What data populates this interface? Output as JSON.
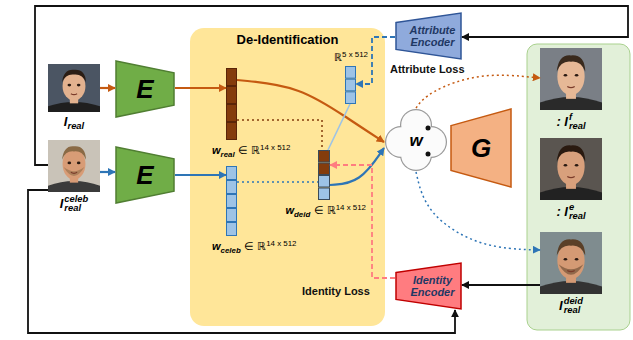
{
  "diagram": {
    "nodes": [
      {
        "text": [
          "I",
          "real"
        ]
      },
      {
        "text": [
          "E"
        ]
      },
      {
        "text": [
          "I",
          "celeb",
          "real"
        ]
      },
      {
        "text": [
          "E"
        ]
      },
      {
        "text": [
          "De-Identification"
        ]
      },
      {
        "text": [
          "w",
          "real",
          "∈ ℝ",
          "14 x 512"
        ],
        "in": 4
      },
      {
        "text": [
          "ℝ",
          "5 x 512"
        ],
        "in": 4
      },
      {
        "text": [
          "w",
          "deid",
          "∈ ℝ",
          "14 x 512"
        ],
        "in": 4
      },
      {
        "text": [
          "w",
          "celeb",
          "∈ ℝ",
          "14 x 512"
        ],
        "in": 4
      },
      {
        "text": [
          "w"
        ]
      },
      {
        "text": [
          "G"
        ]
      },
      {
        "text": [
          "Attribute Encoder"
        ]
      },
      {
        "text": [
          "Identity Encoder"
        ]
      },
      {
        "text": [
          ": I",
          "f",
          "real"
        ]
      },
      {
        "text": [
          ": I",
          "e",
          "real"
        ]
      },
      {
        "text": [
          "I",
          "deid",
          "real"
        ]
      }
    ],
    "edges": [
      {
        "from": 0,
        "to": 1,
        "arrow": "to"
      },
      {
        "from": 2,
        "to": 3,
        "arrow": "to"
      },
      {
        "from": 1,
        "to": 5,
        "arrow": "to"
      },
      {
        "from": 3,
        "to": 8,
        "arrow": "to"
      },
      {
        "from": 5,
        "to": 9,
        "arrow": "to"
      },
      {
        "from": 5,
        "to": 7,
        "arrow": "none"
      },
      {
        "from": 8,
        "to": 7,
        "arrow": "none"
      },
      {
        "from": 7,
        "to": 9,
        "arrow": "to"
      },
      {
        "from": 7,
        "to": 6,
        "arrow": "none"
      },
      {
        "from": 11,
        "to": 6,
        "label": "Attribute Loss",
        "arrow": "to"
      },
      {
        "from": 12,
        "to": 7,
        "label": "Identity Loss",
        "arrow": "to"
      },
      {
        "from": 9,
        "to": 13,
        "arrow": "to"
      },
      {
        "from": 9,
        "to": 15,
        "arrow": "to"
      },
      {
        "from": 2,
        "to": 11,
        "arrow": "to"
      },
      {
        "from": 15,
        "to": 12,
        "arrow": "to"
      },
      {
        "from": 2,
        "to": 12,
        "arrow": "to"
      }
    ]
  }
}
